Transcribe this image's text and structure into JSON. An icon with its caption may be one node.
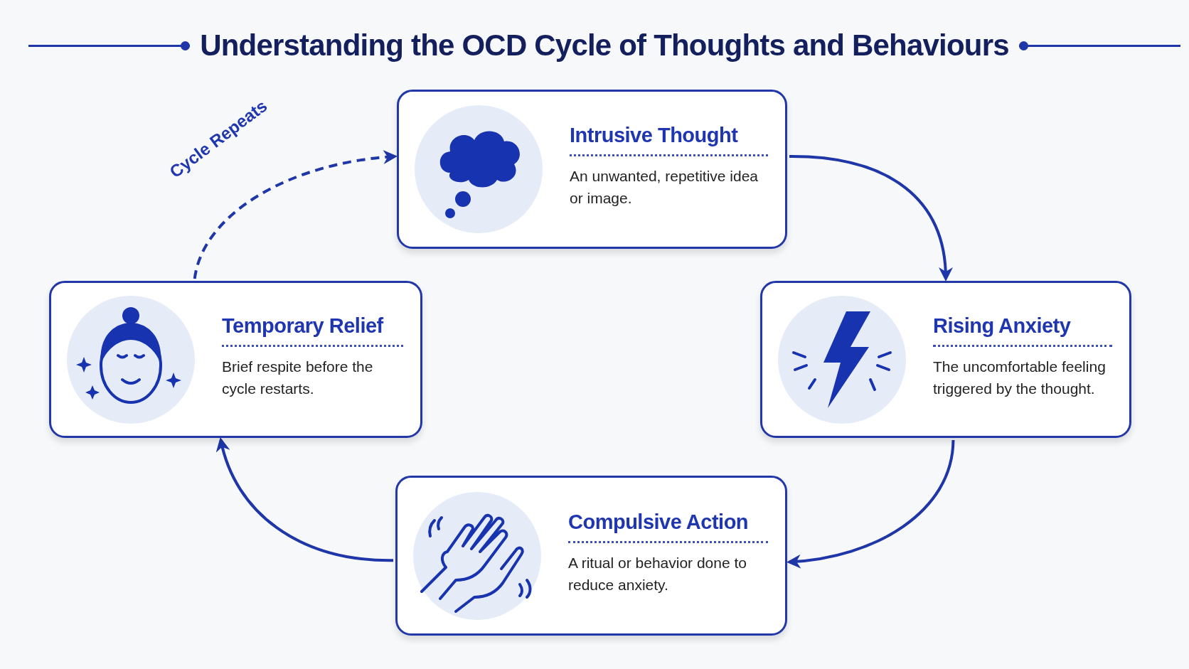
{
  "diagram": {
    "title": "Understanding the OCD Cycle of Thoughts and Behaviours",
    "nodes": [
      {
        "text": [
          "Intrusive Thought",
          "An unwanted, repetitive idea or image."
        ]
      },
      {
        "text": [
          "Rising Anxiety",
          "The uncomfortable feeling triggered by the thought."
        ]
      },
      {
        "text": [
          "Compulsive Action",
          "A ritual or behavior done to reduce anxiety."
        ]
      },
      {
        "text": [
          "Temporary Relief",
          "Brief respite before the cycle restarts."
        ]
      }
    ],
    "edges": [
      {
        "from": 0,
        "to": 1,
        "arrow": "to"
      },
      {
        "from": 1,
        "to": 2,
        "arrow": "to"
      },
      {
        "from": 2,
        "to": 3,
        "arrow": "to"
      },
      {
        "from": 3,
        "to": 0,
        "arrow": "to",
        "label": "Cycle Repeats",
        "style": "dashed"
      }
    ]
  }
}
